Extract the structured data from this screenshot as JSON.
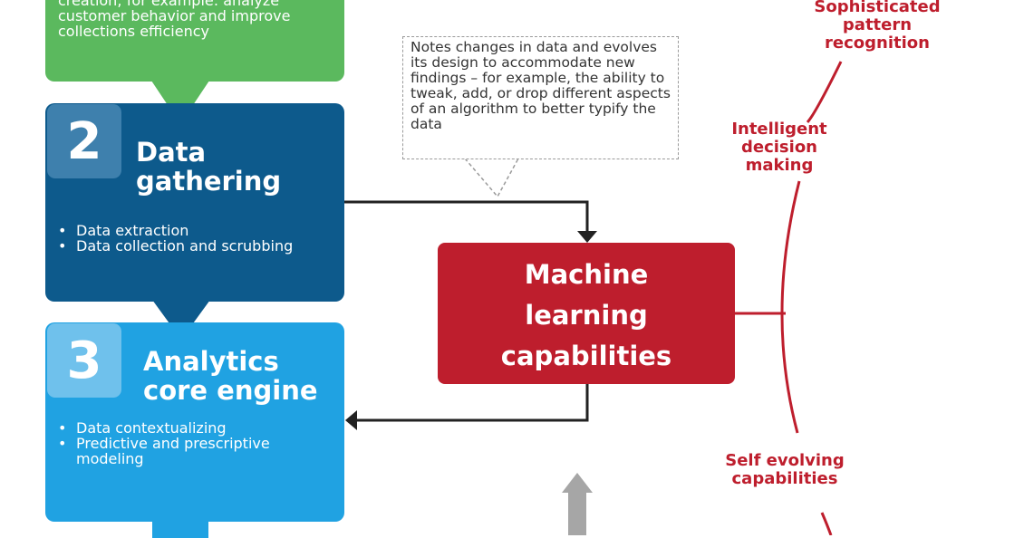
{
  "step1": {
    "text": "creation; for example: analyze customer behavior and improve collections efficiency"
  },
  "step2": {
    "number": "2",
    "title_line1": "Data",
    "title_line2": "gathering",
    "bullets": [
      "Data extraction",
      "Data collection and scrubbing"
    ]
  },
  "step3": {
    "number": "3",
    "title_line1": "Analytics",
    "title_line2": "core engine",
    "bullets": [
      "Data contextualizing",
      "Predictive and prescriptive modeling"
    ]
  },
  "note": {
    "text": "Notes changes in data and evolves its design to accommodate new findings – for example, the ability to tweak, add, or drop different aspects of an algorithm to better typify the data"
  },
  "ml_box": {
    "line1": "Machine",
    "line2": "learning",
    "line3": "capabilities"
  },
  "capabilities": {
    "top": "Sophisticated pattern recognition",
    "middle": "Intelligent decision making",
    "bottom": "Self evolving capabilities"
  },
  "colors": {
    "step1": "#5bb95e",
    "step2": "#0d5a8c",
    "step3": "#20a2e2",
    "ml": "#be1e2d",
    "arrow_gray": "#a6a6a6"
  }
}
